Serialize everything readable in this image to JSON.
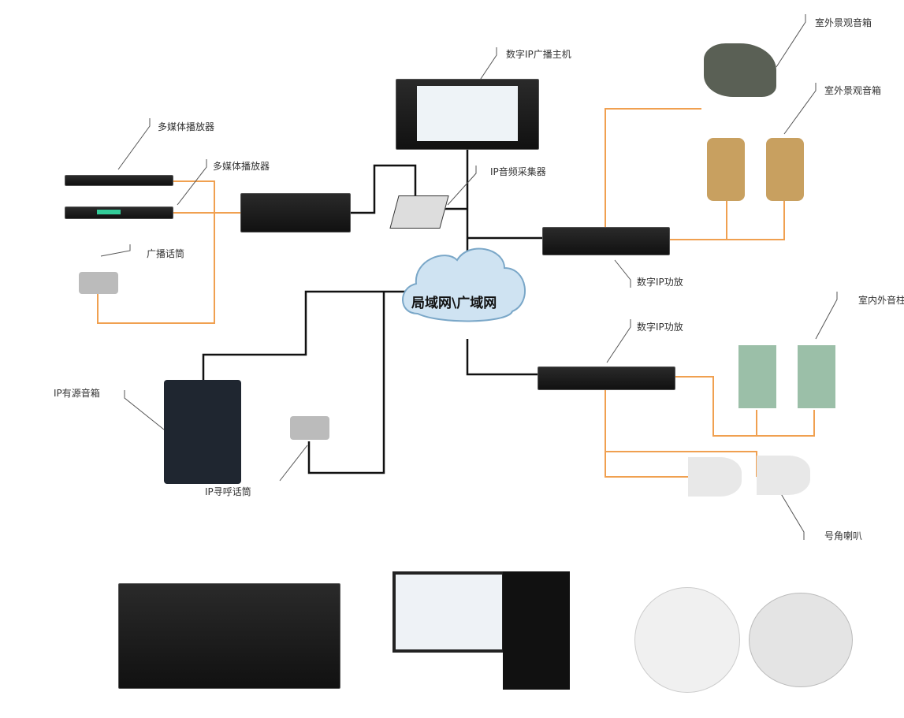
{
  "labels": {
    "host": "数字IP广播主机",
    "outdoor_speaker_1": "室外景观音箱",
    "outdoor_speaker_2": "室外景观音箱",
    "media_player_1": "多媒体播放器",
    "media_player_2": "多媒体播放器",
    "audio_collector": "IP音频采集器",
    "broadcast_mic": "广播话筒",
    "network": "局域网\\广域网",
    "amp_1": "数字IP功放",
    "amp_2": "数字IP功放",
    "column_speaker": "室内外音柱",
    "active_speaker": "IP有源音箱",
    "paging_mic": "IP寻呼话筒",
    "horn_speaker": "号角喇叭"
  },
  "colors": {
    "wire_orange": "#f0a050",
    "wire_black": "#111111",
    "cloud": "#cfe3f2"
  }
}
